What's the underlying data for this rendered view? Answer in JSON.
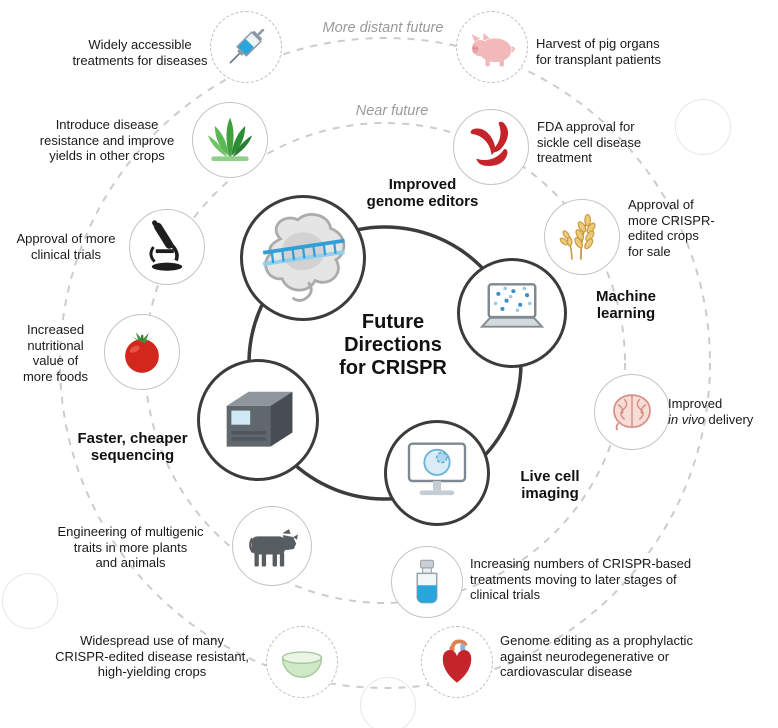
{
  "title": {
    "line1": "Future",
    "line2": "Directions",
    "line3": "for CRISPR"
  },
  "ring_labels": {
    "distant": "More distant future",
    "near": "Near future"
  },
  "colors": {
    "inner_ring": "#3c3c3c",
    "dashed_ring": "#cccccc",
    "accent_blue": "#2f9fd8",
    "cell_red": "#c5242b",
    "crop_green": "#3fa03c",
    "wheat_gold": "#edca7a",
    "pig_pink": "#f2b9ba"
  },
  "core": {
    "genome_editors": {
      "label": "Improved\ngenome editors",
      "icon": "cas9-protein-icon"
    },
    "machine_learning": {
      "label": "Machine\nlearning",
      "icon": "laptop-scatter-icon"
    },
    "live_cell_imaging": {
      "label": "Live cell\nimaging",
      "icon": "monitor-cell-icon"
    },
    "sequencing": {
      "label": "Faster, cheaper\nsequencing",
      "icon": "dna-sequencer-icon"
    }
  },
  "near_future": {
    "crops": {
      "text": "Introduce disease\nresistance and improve\nyields in other crops",
      "icon": "corn-icon"
    },
    "sickle_cell": {
      "text": "FDA approval for\nsickle cell disease\ntreatment",
      "icon": "sickle-cells-icon"
    },
    "crop_sales": {
      "text": "Approval of\nmore CRISPR-\nedited crops\nfor sale",
      "icon": "wheat-icon"
    },
    "clinical_trials": {
      "text": "Approval of more\nclinical trials",
      "icon": "microscope-icon"
    },
    "nutrition": {
      "text": "Increased\nnutritional\nvalue of\nmore foods",
      "icon": "tomato-icon"
    },
    "delivery": {
      "text_pre": "Improved",
      "text_italic": "in vivo",
      "text_post": "delivery",
      "icon": "brain-icon"
    },
    "multigenic": {
      "text": "Engineering of multigenic\ntraits in more plants\nand animals",
      "icon": "cow-icon"
    },
    "treatments": {
      "text": "Increasing numbers of CRISPR-based\ntreatments moving to later stages of\nclinical trials",
      "icon": "vial-icon"
    }
  },
  "distant_future": {
    "accessible_treatments": {
      "text": "Widely accessible\ntreatments for diseases",
      "icon": "syringe-icon"
    },
    "pig_organs": {
      "text": "Harvest of pig organs\nfor transplant patients",
      "icon": "pig-icon"
    },
    "widespread_crops": {
      "text": "Widespread use of many\nCRISPR-edited disease resistant,\nhigh-yielding crops",
      "icon": "bowl-icon"
    },
    "prophylactic": {
      "text": "Genome editing as a prophylactic\nagainst neurodegenerative or\ncardiovascular disease",
      "icon": "heart-icon"
    }
  }
}
